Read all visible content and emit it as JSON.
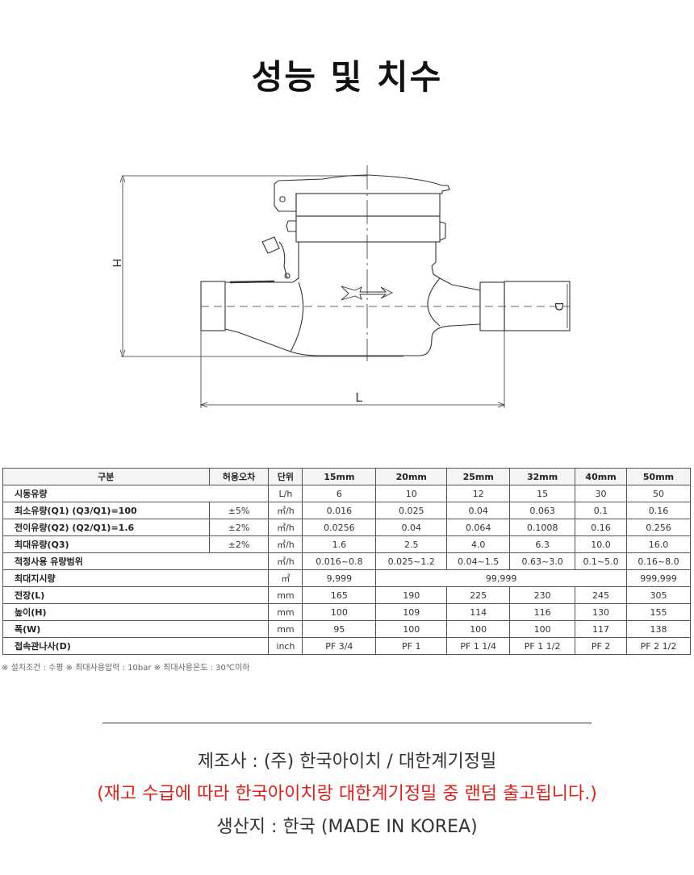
{
  "title": "성능 및 치수",
  "diagram": {
    "label_h": "H",
    "label_l": "L",
    "label_d": "D"
  },
  "table": {
    "headers": [
      "구분",
      "허용오차",
      "단위",
      "15mm",
      "20mm",
      "25mm",
      "32mm",
      "40mm",
      "50mm"
    ],
    "rows": [
      {
        "label": "시동유량",
        "tol": "",
        "unit": "L/h",
        "values": [
          "6",
          "10",
          "12",
          "15",
          "30",
          "50"
        ]
      },
      {
        "label": "최소유량(Q1) (Q3/Q1)=100",
        "tol": "±5%",
        "unit": "㎥/h",
        "values": [
          "0.016",
          "0.025",
          "0.04",
          "0.063",
          "0.1",
          "0.16"
        ]
      },
      {
        "label": "전이유량(Q2) (Q2/Q1)=1.6",
        "tol": "±2%",
        "unit": "㎥/h",
        "values": [
          "0.0256",
          "0.04",
          "0.064",
          "0.1008",
          "0.16",
          "0.256"
        ]
      },
      {
        "label": "최대유량(Q3)",
        "tol": "±2%",
        "unit": "㎥/h",
        "values": [
          "1.6",
          "2.5",
          "4.0",
          "6.3",
          "10.0",
          "16.0"
        ]
      },
      {
        "label": "적정사용 유량범위",
        "tol": "",
        "unit": "㎥/h",
        "values": [
          "0.016~0.8",
          "0.025~1.2",
          "0.04~1.5",
          "0.63~3.0",
          "0.1~5.0",
          "0.16~8.0"
        ]
      },
      {
        "label": "최대지시량",
        "tol": "",
        "unit": "㎥",
        "values": [
          "9,999",
          "99,999",
          "999,999"
        ]
      },
      {
        "label": "전장(L)",
        "tol": "",
        "unit": "mm",
        "values": [
          "165",
          "190",
          "225",
          "230",
          "245",
          "305"
        ]
      },
      {
        "label": "높이(H)",
        "tol": "",
        "unit": "mm",
        "values": [
          "100",
          "109",
          "114",
          "116",
          "130",
          "155"
        ]
      },
      {
        "label": "폭(W)",
        "tol": "",
        "unit": "mm",
        "values": [
          "95",
          "100",
          "100",
          "100",
          "117",
          "138"
        ]
      },
      {
        "label": "접속관나사(D)",
        "tol": "",
        "unit": "inch",
        "values": [
          "PF 3/4",
          "PF 1",
          "PF 1 1/4",
          "PF 1 1/2",
          "PF 2",
          "PF 2 1/2"
        ]
      }
    ],
    "note": "※ 설치조건 : 수평 ※ 최대사용압력 : 10bar ※ 최대사용온도 : 30℃이하"
  },
  "footer": {
    "maker": "제조사 : (주) 한국아이치 / 대한계기정밀",
    "notice": "(재고 수급에 따라 한국아이치랑 대한계기정밀 중 랜덤 출고됩니다.)",
    "origin": "생산지 : 한국 (MADE IN KOREA)"
  },
  "colors": {
    "notice": "#e0201a"
  }
}
